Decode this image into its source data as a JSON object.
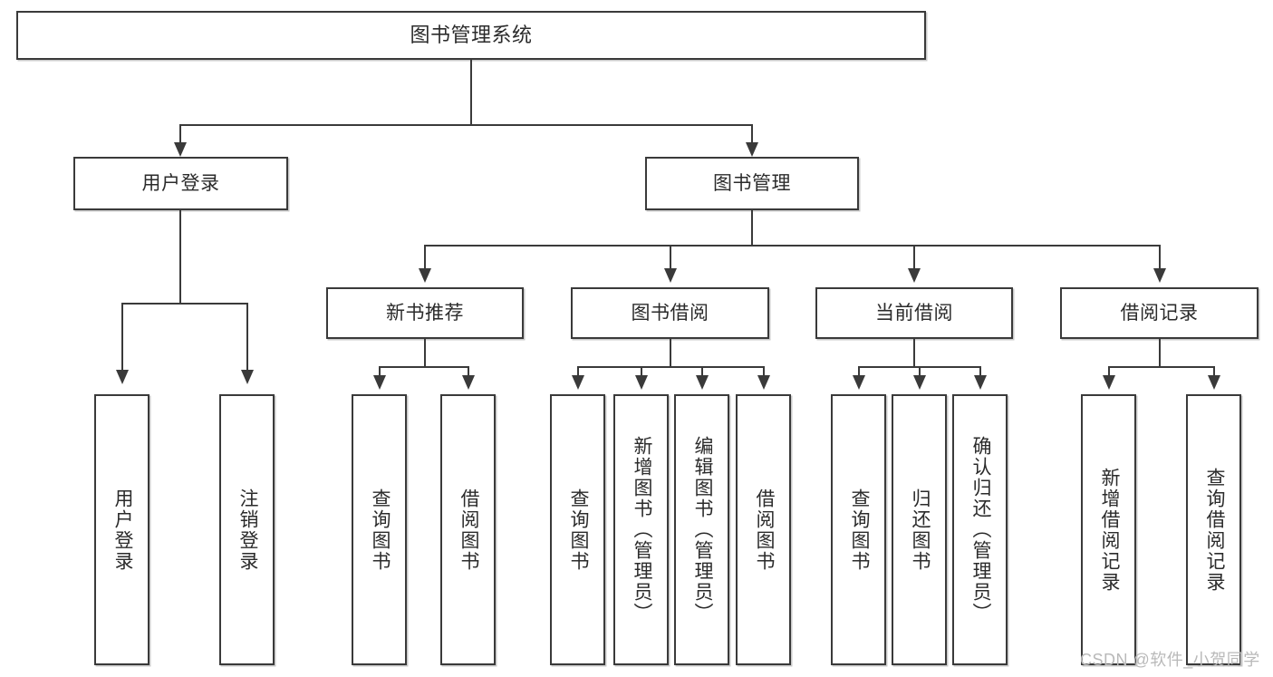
{
  "diagram": {
    "title": "图书管理系统",
    "type": "hierarchy-tree",
    "watermark": "CSDN @软件_小贺同学",
    "colors": {
      "box_border": "#3a3a3a",
      "box_fill": "#ffffff",
      "line": "#3a3a3a",
      "text": "#2b2b2b",
      "watermark": "#b9b9b9",
      "background": "#ffffff"
    }
  },
  "nodes": {
    "root": {
      "label": "图书管理系统"
    },
    "level2": [
      {
        "id": "user-login",
        "label": "用户登录"
      },
      {
        "id": "book-manage",
        "label": "图书管理"
      }
    ],
    "level3": [
      {
        "id": "new-book-recommend",
        "label": "新书推荐"
      },
      {
        "id": "book-borrow",
        "label": "图书借阅"
      },
      {
        "id": "current-borrow",
        "label": "当前借阅"
      },
      {
        "id": "borrow-record",
        "label": "借阅记录"
      }
    ],
    "leaves": [
      {
        "id": "leaf-user-login",
        "label": "用户登录",
        "parent": "user-login"
      },
      {
        "id": "leaf-logout",
        "label": "注销登录",
        "parent": "user-login"
      },
      {
        "id": "leaf-query-book-1",
        "label": "查询图书",
        "parent": "new-book-recommend"
      },
      {
        "id": "leaf-borrow-book-1",
        "label": "借阅图书",
        "parent": "new-book-recommend"
      },
      {
        "id": "leaf-query-book-2",
        "label": "查询图书",
        "parent": "book-borrow"
      },
      {
        "id": "leaf-add-book",
        "label": "新增图书（管理员）",
        "parent": "book-borrow"
      },
      {
        "id": "leaf-edit-book",
        "label": "编辑图书（管理员）",
        "parent": "book-borrow"
      },
      {
        "id": "leaf-borrow-book-2",
        "label": "借阅图书",
        "parent": "book-borrow"
      },
      {
        "id": "leaf-query-book-3",
        "label": "查询图书",
        "parent": "current-borrow"
      },
      {
        "id": "leaf-return-book",
        "label": "归还图书",
        "parent": "current-borrow"
      },
      {
        "id": "leaf-confirm-return",
        "label": "确认归还（管理员）",
        "parent": "current-borrow"
      },
      {
        "id": "leaf-add-record",
        "label": "新增借阅记录",
        "parent": "borrow-record"
      },
      {
        "id": "leaf-query-record",
        "label": "查询借阅记录",
        "parent": "borrow-record"
      }
    ]
  }
}
